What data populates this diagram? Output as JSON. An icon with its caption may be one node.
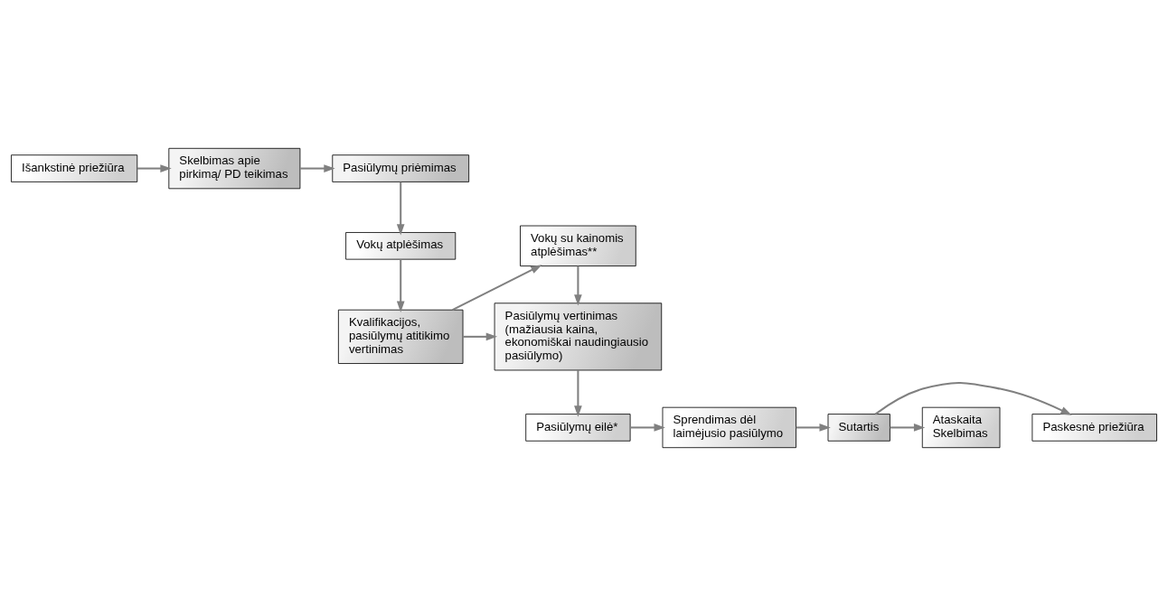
{
  "diagram": {
    "nodes": [
      {
        "text": [
          "Išankstinė priežiūra"
        ]
      },
      {
        "text": [
          "Skelbimas apie pirkimą/ PD teikimas"
        ]
      },
      {
        "text": [
          "Pasiūlymų priėmimas"
        ]
      },
      {
        "text": [
          "Vokų atplėšimas"
        ]
      },
      {
        "text": [
          "Vokų su kainomis atplėšimas**"
        ]
      },
      {
        "text": [
          "Kvalifikacijos, pasiūlymų atitikimo vertinimas"
        ]
      },
      {
        "text": [
          "Pasiūlymų vertinimas",
          "(mažiausia kaina, ekonomiškai naudingiausio pasiūlymo)"
        ]
      },
      {
        "text": [
          "Paskesnė priežiūra"
        ]
      },
      {
        "text": [
          "Pasiūlymų eilė*"
        ]
      },
      {
        "text": [
          "Sprendimas dėl laimėjusio pasiūlymo"
        ]
      },
      {
        "text": [
          "Sutartis"
        ]
      },
      {
        "text": [
          "Ataskaita",
          "Skelbimas"
        ]
      }
    ],
    "edges": [
      {
        "from": 0,
        "to": 1,
        "arrow": "to"
      },
      {
        "from": 1,
        "to": 2,
        "arrow": "to"
      },
      {
        "from": 2,
        "to": 3,
        "arrow": "to"
      },
      {
        "from": 3,
        "to": 5,
        "arrow": "to"
      },
      {
        "from": 5,
        "to": 4,
        "arrow": "to"
      },
      {
        "from": 4,
        "to": 6,
        "arrow": "to"
      },
      {
        "from": 5,
        "to": 6,
        "arrow": "to"
      },
      {
        "from": 6,
        "to": 8,
        "arrow": "to"
      },
      {
        "from": 8,
        "to": 9,
        "arrow": "to"
      },
      {
        "from": 9,
        "to": 10,
        "arrow": "to"
      },
      {
        "from": 10,
        "to": 7,
        "arrow": "to"
      },
      {
        "from": 10,
        "to": 11,
        "arrow": "to"
      }
    ]
  }
}
